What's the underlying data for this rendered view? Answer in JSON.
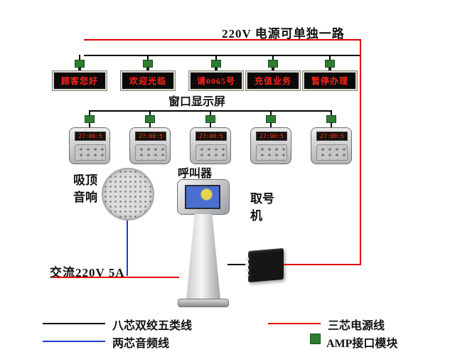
{
  "top": {
    "power_label": "220V  电源可单独一路"
  },
  "displays": {
    "items": [
      "顾客您好",
      "欢迎光临",
      "请0065号",
      "充值业务",
      "暂停办理"
    ],
    "caption": "窗口显示屏"
  },
  "callers": {
    "screen_text": "27:00:5",
    "caption": "呼叫器"
  },
  "speaker": {
    "label_line1": "吸顶",
    "label_line2": "音响"
  },
  "kiosk": {
    "label_line1": "取号",
    "label_line2": "机"
  },
  "power": {
    "ac_label": "交流220V 5A"
  },
  "legend": {
    "cat5_label": "八芯双绞五类线",
    "power_label": "三芯电源线",
    "audio_label": "两芯音频线",
    "amp_label": "AMP接口模块"
  },
  "colors": {
    "data_line": "#000000",
    "power_line": "#e60000",
    "audio_line": "#1e3bd6",
    "amp_module": "#2e7d32",
    "led_text": "#ff2519"
  }
}
